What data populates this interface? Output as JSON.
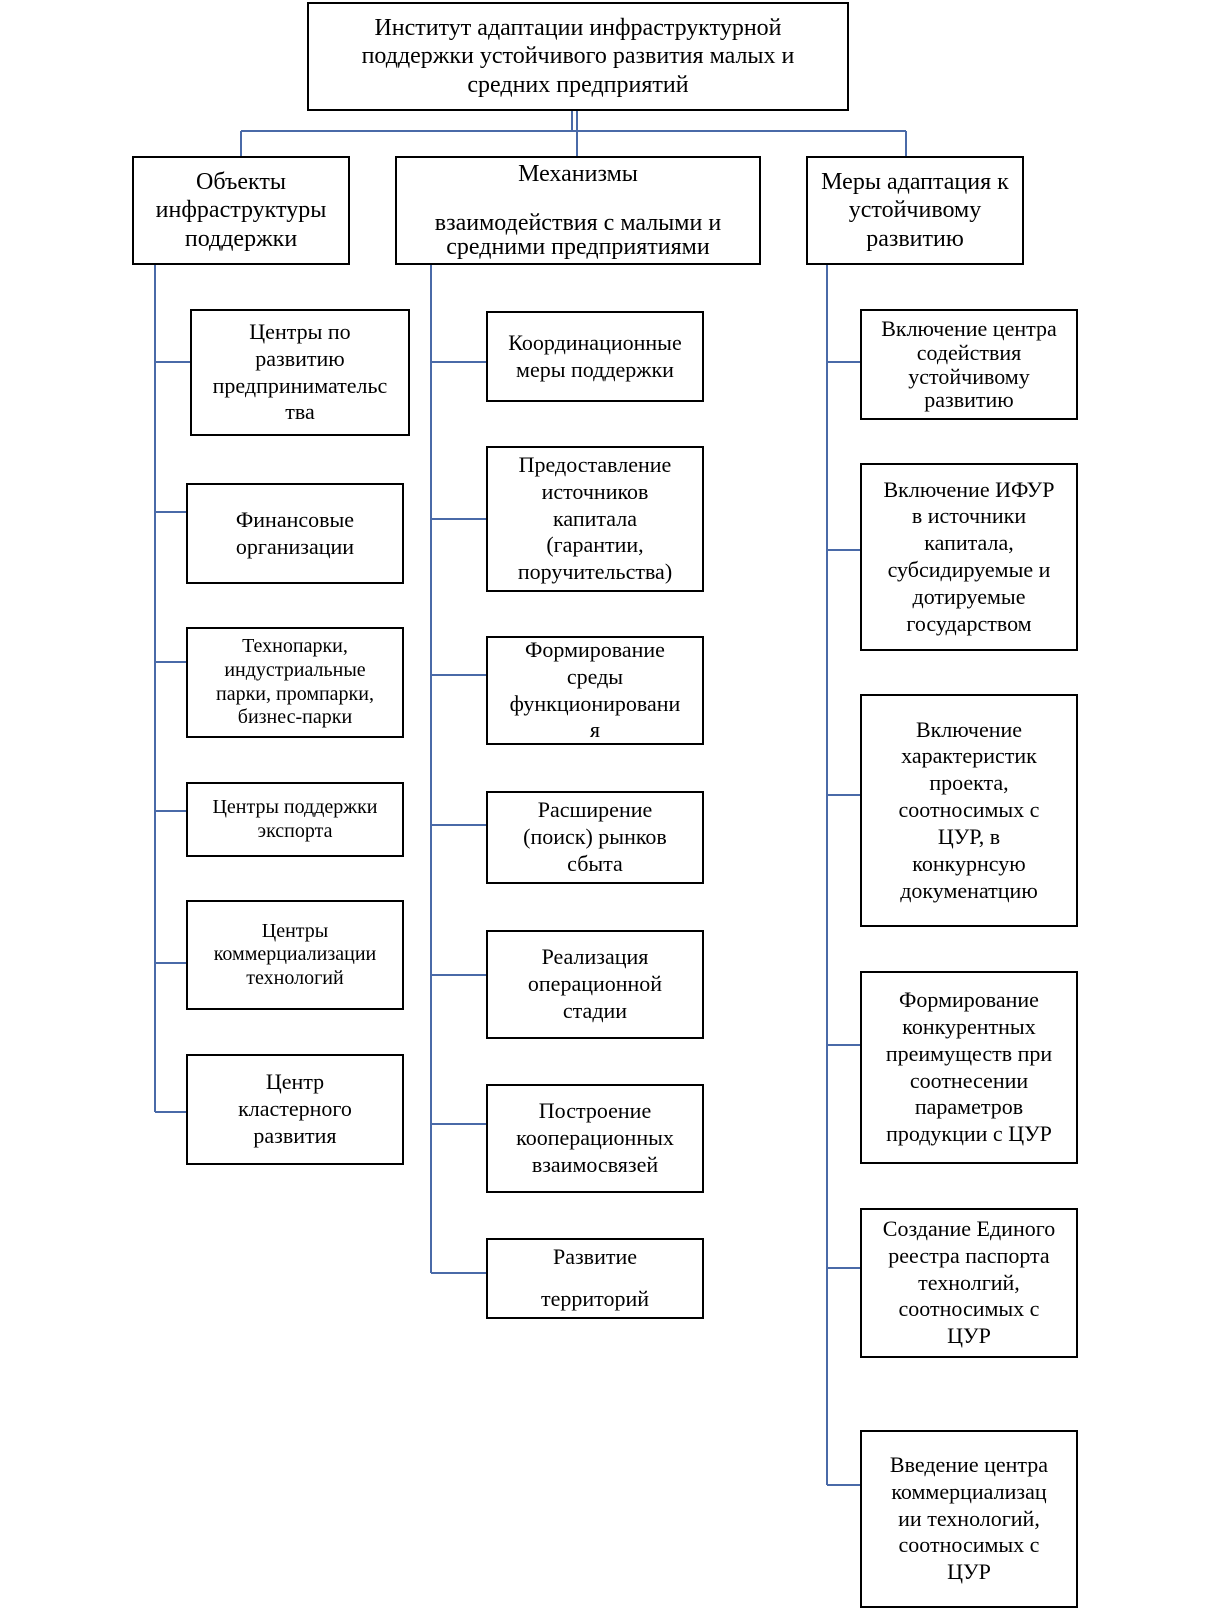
{
  "root": {
    "label": "Институт  адаптации  инфраструктурной\nподдержки  устойчивого развития  малых и\nсредних  предприятий"
  },
  "columns": [
    {
      "header": "Объекты\nинфраструктуры\nподдержки",
      "items": [
        "Центры по\nразвитию\nпредпринимательс\nтва",
        "Финансовые\nорганизации",
        "Технопарки,\nиндустриальные\nпарки, промпарки,\nбизнес-парки",
        "Центры поддержки\nэкспорта",
        "Центры\nкоммерциализации\nтехнологий",
        "Центр\nкластерного\nразвития"
      ]
    },
    {
      "header": "Механизмы\n\nвзаимодействия  с малыми и\nсредними предприятиями",
      "items": [
        "Координационные\nмеры поддержки",
        "Предоставление\nисточников\nкапитала\n(гарантии,\nпоручительства)",
        "Формирование\nсреды\nфункционировани\nя",
        "Расширение\n(поиск)  рынков\nсбыта",
        "Реализация\nоперационной\nстадии",
        "Построение\nкооперационных\nвзаимосвязей",
        "Развитие\n\nтерриторий"
      ]
    },
    {
      "header": "Меры адаптация к\nустойчивому\nразвитию",
      "items": [
        "Включение  центра\nсодействия\nустойчивому\nразвитию",
        "Включение  ИФУР\nв источники\nкапитала,\nсубсидируемые и\nдотируемые\nгосударством",
        "Включение\nхарактеристик\nпроекта,\nсоотносимых  с\nЦУР,  в\nконкурнсую\nдокуменатцию",
        "Формирование\nконкурентных\nпреимуществ при\nсоотнесении\nпараметров\nпродукции с ЦУР",
        "Создание  Единого\nреестра паспорта\nтехнолгий,\nсоотносимых  с\nЦУР",
        "Введение  центра\nкоммерциализац\nии технологий,\nсоотносимых  с\nЦУР"
      ]
    }
  ],
  "colors": {
    "connector": "#4a6aa8",
    "border": "#000000"
  }
}
